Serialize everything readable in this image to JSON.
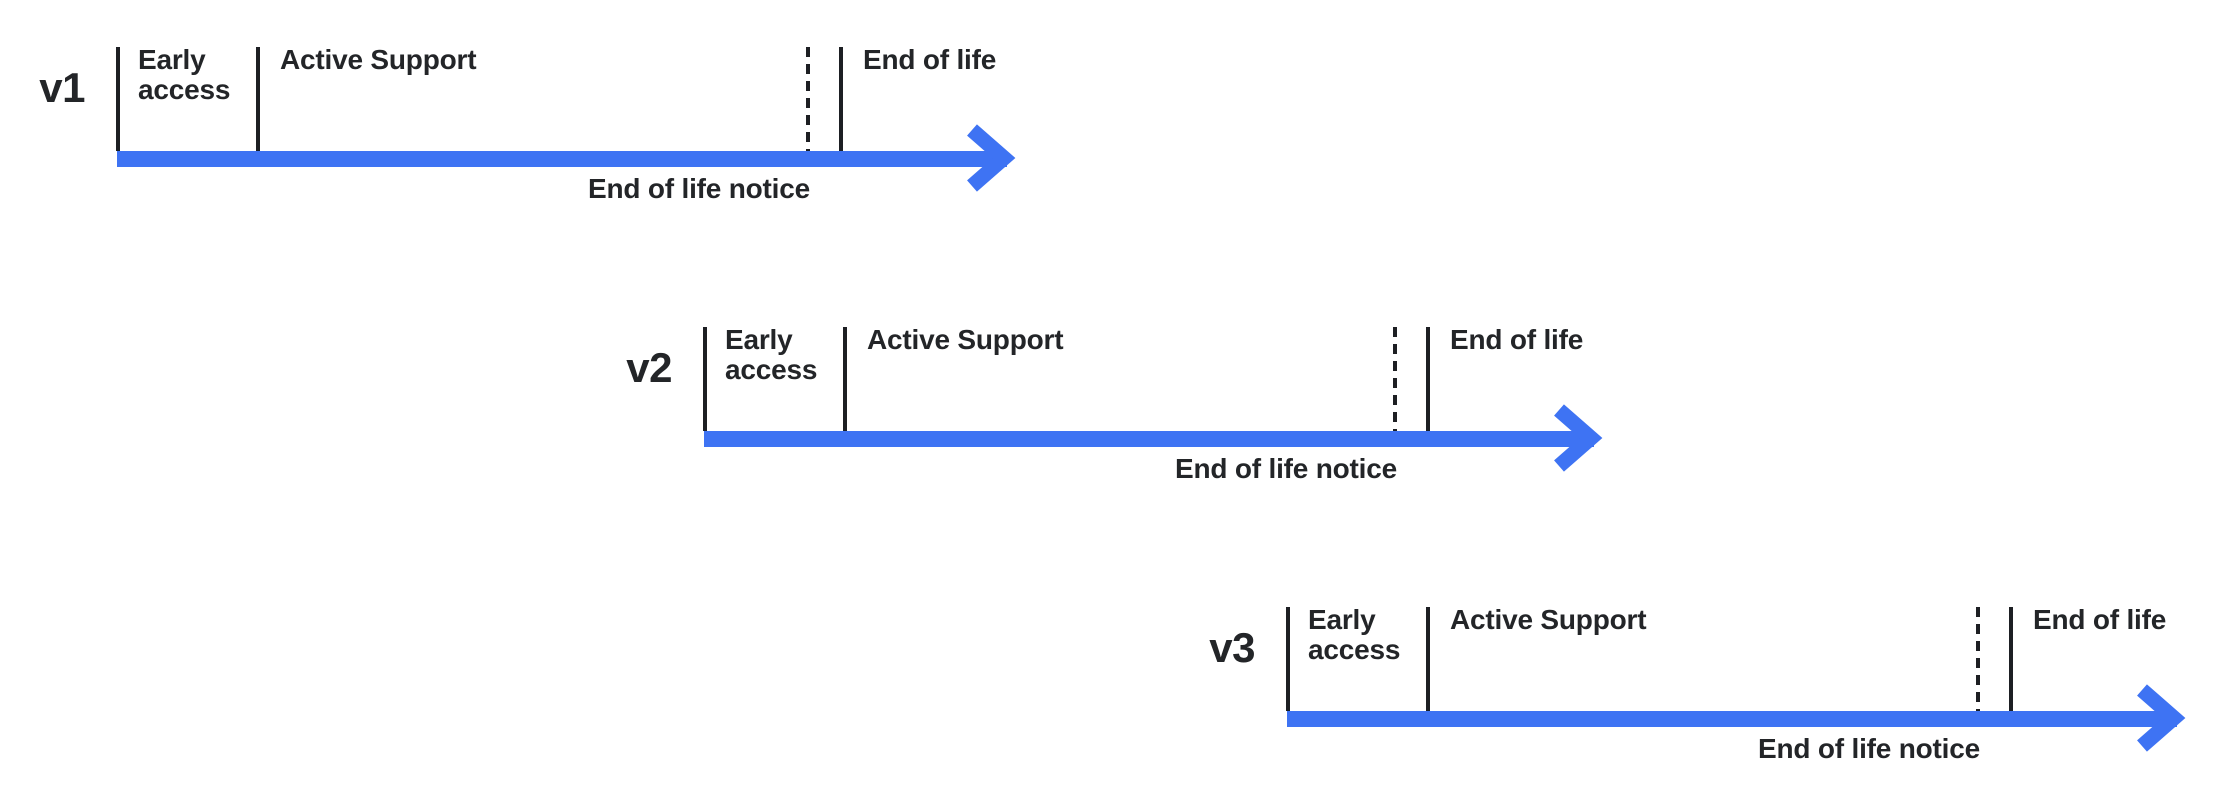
{
  "diagram": {
    "type": "version-lifecycle-timelines",
    "colors": {
      "arrow_blue": "#3E73F3",
      "line_black": "#1d1f23",
      "text": "#232528",
      "background": "#ffffff"
    },
    "timelines": [
      {
        "version": "v1",
        "phase1_label": "Early access",
        "phase2_label": "Active Support",
        "eol_label": "End of life",
        "notice_label": "End of life notice"
      },
      {
        "version": "v2",
        "phase1_label": "Early access",
        "phase2_label": "Active Support",
        "eol_label": "End of life",
        "notice_label": "End of life notice"
      },
      {
        "version": "v3",
        "phase1_label": "Early access",
        "phase2_label": "Active Support",
        "eol_label": "End of life",
        "notice_label": "End of life notice"
      }
    ]
  }
}
